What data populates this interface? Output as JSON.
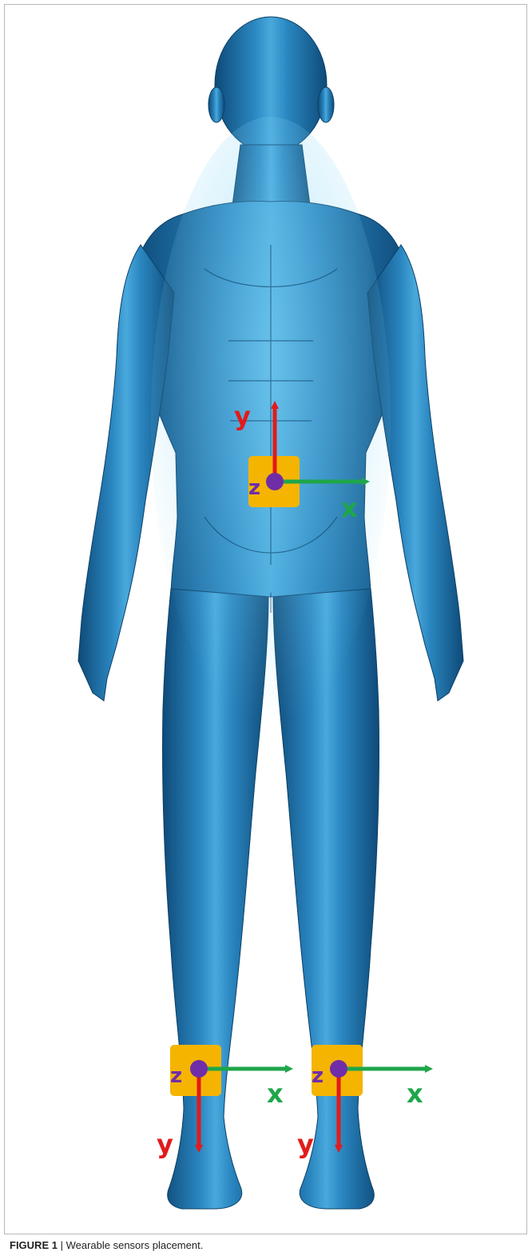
{
  "caption": {
    "label": "FIGURE 1",
    "separator": " | ",
    "text": "Wearable sensors placement."
  },
  "colors": {
    "body": "#1e6fa6",
    "body_highlight": "#5cc3ee",
    "body_shadow": "#0b3f66",
    "sensor": "#f5b400",
    "sensor_dot": "#6f2da8",
    "axis_y": "#e11b1b",
    "axis_x": "#1fa64a",
    "axis_z": "#6f2da8"
  },
  "sensors": [
    {
      "location": "waist",
      "axes": {
        "x": "x",
        "y": "y",
        "z": "z"
      },
      "y_direction": "up"
    },
    {
      "location": "right-ankle",
      "axes": {
        "x": "x",
        "y": "y",
        "z": "z"
      },
      "y_direction": "down"
    },
    {
      "location": "left-ankle",
      "axes": {
        "x": "x",
        "y": "y",
        "z": "z"
      },
      "y_direction": "down"
    }
  ]
}
